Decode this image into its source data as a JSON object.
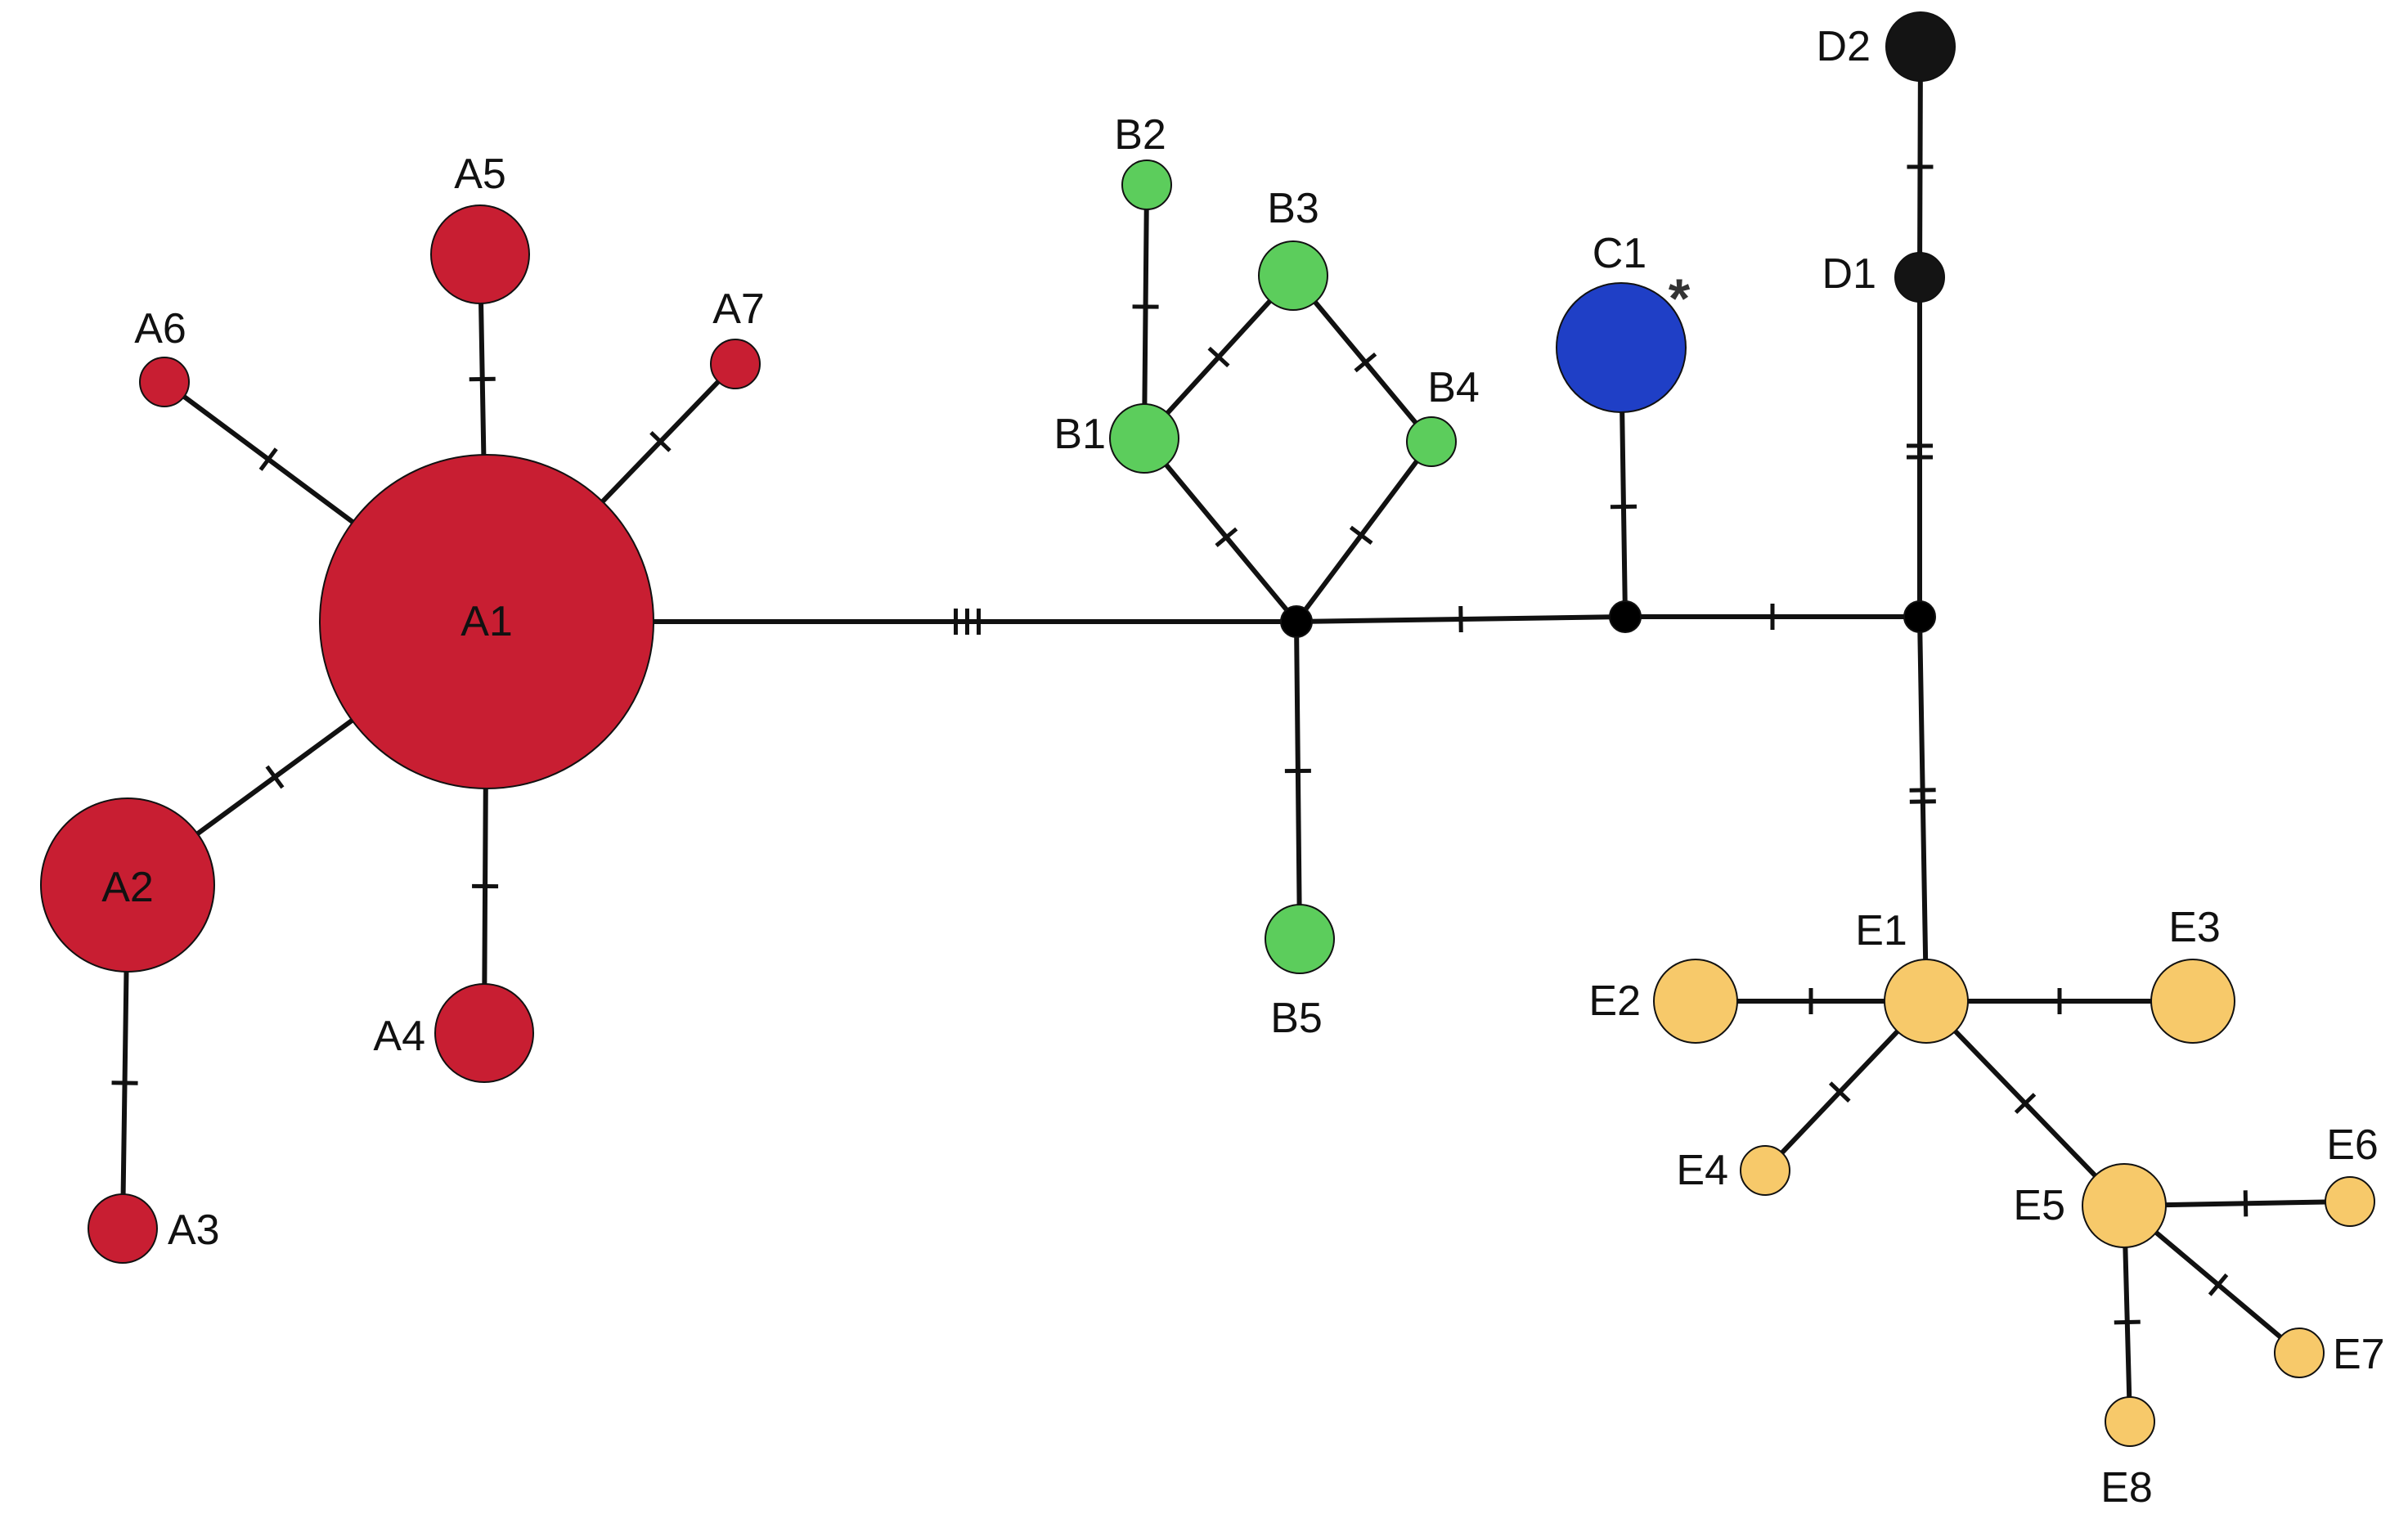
{
  "groups": {
    "A": {
      "color": "#c81e32"
    },
    "B": {
      "color": "#5ccd5c"
    },
    "C": {
      "color": "#1f3fc6"
    },
    "D": {
      "color": "#141414"
    },
    "E": {
      "color": "#f7c96a"
    },
    "median": {
      "color": "#000000"
    }
  },
  "nodes": [
    {
      "id": "A1",
      "label": "A1",
      "group": "A"
    },
    {
      "id": "A2",
      "label": "A2",
      "group": "A"
    },
    {
      "id": "A3",
      "label": "A3",
      "group": "A"
    },
    {
      "id": "A4",
      "label": "A4",
      "group": "A"
    },
    {
      "id": "A5",
      "label": "A5",
      "group": "A"
    },
    {
      "id": "A6",
      "label": "A6",
      "group": "A"
    },
    {
      "id": "A7",
      "label": "A7",
      "group": "A"
    },
    {
      "id": "B1",
      "label": "B1",
      "group": "B"
    },
    {
      "id": "B2",
      "label": "B2",
      "group": "B"
    },
    {
      "id": "B3",
      "label": "B3",
      "group": "B"
    },
    {
      "id": "B4",
      "label": "B4",
      "group": "B"
    },
    {
      "id": "B5",
      "label": "B5",
      "group": "B"
    },
    {
      "id": "C1",
      "label": "C1",
      "group": "C",
      "marker": "*"
    },
    {
      "id": "D1",
      "label": "D1",
      "group": "D"
    },
    {
      "id": "D2",
      "label": "D2",
      "group": "D"
    },
    {
      "id": "E1",
      "label": "E1",
      "group": "E"
    },
    {
      "id": "E2",
      "label": "E2",
      "group": "E"
    },
    {
      "id": "E3",
      "label": "E3",
      "group": "E"
    },
    {
      "id": "E4",
      "label": "E4",
      "group": "E"
    },
    {
      "id": "E5",
      "label": "E5",
      "group": "E"
    },
    {
      "id": "E6",
      "label": "E6",
      "group": "E"
    },
    {
      "id": "E7",
      "label": "E7",
      "group": "E"
    },
    {
      "id": "E8",
      "label": "E8",
      "group": "E"
    },
    {
      "id": "m1",
      "label": "",
      "group": "median"
    },
    {
      "id": "m2",
      "label": "",
      "group": "median"
    },
    {
      "id": "m3",
      "label": "",
      "group": "median"
    }
  ],
  "edges": [
    {
      "from": "A1",
      "to": "A5",
      "mutations": 1
    },
    {
      "from": "A1",
      "to": "A6",
      "mutations": 1
    },
    {
      "from": "A1",
      "to": "A7",
      "mutations": 1
    },
    {
      "from": "A1",
      "to": "A2",
      "mutations": 1
    },
    {
      "from": "A2",
      "to": "A3",
      "mutations": 1
    },
    {
      "from": "A1",
      "to": "A4",
      "mutations": 1
    },
    {
      "from": "A1",
      "to": "m1",
      "mutations": 3
    },
    {
      "from": "B2",
      "to": "B1",
      "mutations": 1
    },
    {
      "from": "B1",
      "to": "B3",
      "mutations": 1
    },
    {
      "from": "B3",
      "to": "B4",
      "mutations": 1
    },
    {
      "from": "B1",
      "to": "m1",
      "mutations": 1
    },
    {
      "from": "B4",
      "to": "m1",
      "mutations": 1
    },
    {
      "from": "m1",
      "to": "B5",
      "mutations": 1
    },
    {
      "from": "m1",
      "to": "m2",
      "mutations": 1
    },
    {
      "from": "m2",
      "to": "C1",
      "mutations": 1
    },
    {
      "from": "m2",
      "to": "m3",
      "mutations": 1
    },
    {
      "from": "D2",
      "to": "D1",
      "mutations": 1
    },
    {
      "from": "D1",
      "to": "m3",
      "mutations": 2
    },
    {
      "from": "m3",
      "to": "E1",
      "mutations": 2
    },
    {
      "from": "E1",
      "to": "E2",
      "mutations": 1
    },
    {
      "from": "E1",
      "to": "E3",
      "mutations": 1
    },
    {
      "from": "E1",
      "to": "E4",
      "mutations": 1
    },
    {
      "from": "E1",
      "to": "E5",
      "mutations": 1
    },
    {
      "from": "E5",
      "to": "E6",
      "mutations": 1
    },
    {
      "from": "E5",
      "to": "E7",
      "mutations": 1
    },
    {
      "from": "E5",
      "to": "E8",
      "mutations": 1
    }
  ]
}
